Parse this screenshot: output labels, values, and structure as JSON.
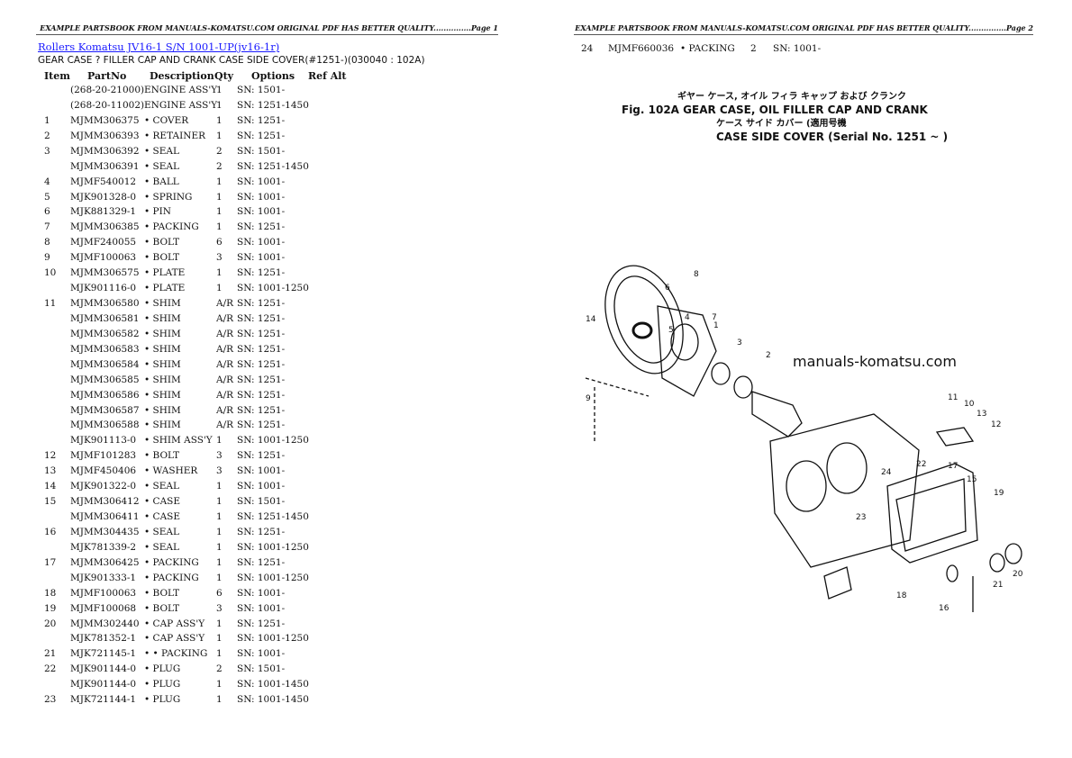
{
  "header_text": "EXAMPLE PARTSBOOK FROM MANUALS-KOMATSU.COM ORIGINAL PDF HAS BETTER QUALITY...............",
  "page1_label": "Page 1",
  "page2_label": "Page 2",
  "breadcrumb_link": "Rollers Komatsu JV16-1 S/N 1001-UP(jv16-1r)",
  "subtitle": "GEAR CASE ? FILLER CAP AND CRANK CASE SIDE COVER(#1251-)(030040 : 102A)",
  "columns": [
    "Item",
    "PartNo",
    "Description",
    "Qty",
    "Options",
    "Ref Alt"
  ],
  "rows": [
    [
      "",
      "(268-20-21000)",
      "ENGINE ASS'Y",
      "1",
      "SN: 1501-"
    ],
    [
      "",
      "(268-20-11002)",
      "ENGINE ASS'Y",
      "1",
      "SN: 1251-1450"
    ],
    [
      "1",
      "MJMM306375",
      "• COVER",
      "1",
      "SN: 1251-"
    ],
    [
      "2",
      "MJMM306393",
      "• RETAINER",
      "1",
      "SN: 1251-"
    ],
    [
      "3",
      "MJMM306392",
      "• SEAL",
      "2",
      "SN: 1501-"
    ],
    [
      "",
      "MJMM306391",
      "• SEAL",
      "2",
      "SN: 1251-1450"
    ],
    [
      "4",
      "MJMF540012",
      "• BALL",
      "1",
      "SN: 1001-"
    ],
    [
      "5",
      "MJK901328-0",
      "• SPRING",
      "1",
      "SN: 1001-"
    ],
    [
      "6",
      "MJK881329-1",
      "• PIN",
      "1",
      "SN: 1001-"
    ],
    [
      "7",
      "MJMM306385",
      "• PACKING",
      "1",
      "SN: 1251-"
    ],
    [
      "8",
      "MJMF240055",
      "• BOLT",
      "6",
      "SN: 1001-"
    ],
    [
      "9",
      "MJMF100063",
      "• BOLT",
      "3",
      "SN: 1001-"
    ],
    [
      "10",
      "MJMM306575",
      "• PLATE",
      "1",
      "SN: 1251-"
    ],
    [
      "",
      "MJK901116-0",
      "• PLATE",
      "1",
      "SN: 1001-1250"
    ],
    [
      "11",
      "MJMM306580",
      "• SHIM",
      "A/R",
      "SN: 1251-"
    ],
    [
      "",
      "MJMM306581",
      "• SHIM",
      "A/R",
      "SN: 1251-"
    ],
    [
      "",
      "MJMM306582",
      "• SHIM",
      "A/R",
      "SN: 1251-"
    ],
    [
      "",
      "MJMM306583",
      "• SHIM",
      "A/R",
      "SN: 1251-"
    ],
    [
      "",
      "MJMM306584",
      "• SHIM",
      "A/R",
      "SN: 1251-"
    ],
    [
      "",
      "MJMM306585",
      "• SHIM",
      "A/R",
      "SN: 1251-"
    ],
    [
      "",
      "MJMM306586",
      "• SHIM",
      "A/R",
      "SN: 1251-"
    ],
    [
      "",
      "MJMM306587",
      "• SHIM",
      "A/R",
      "SN: 1251-"
    ],
    [
      "",
      "MJMM306588",
      "• SHIM",
      "A/R",
      "SN: 1251-"
    ],
    [
      "",
      "MJK901113-0",
      "• SHIM ASS'Y",
      "1",
      "SN: 1001-1250"
    ],
    [
      "12",
      "MJMF101283",
      "• BOLT",
      "3",
      "SN: 1251-"
    ],
    [
      "13",
      "MJMF450406",
      "• WASHER",
      "3",
      "SN: 1001-"
    ],
    [
      "14",
      "MJK901322-0",
      "• SEAL",
      "1",
      "SN: 1001-"
    ],
    [
      "15",
      "MJMM306412",
      "• CASE",
      "1",
      "SN: 1501-"
    ],
    [
      "",
      "MJMM306411",
      "• CASE",
      "1",
      "SN: 1251-1450"
    ],
    [
      "16",
      "MJMM304435",
      "• SEAL",
      "1",
      "SN: 1251-"
    ],
    [
      "",
      "MJK781339-2",
      "• SEAL",
      "1",
      "SN: 1001-1250"
    ],
    [
      "17",
      "MJMM306425",
      "• PACKING",
      "1",
      "SN: 1251-"
    ],
    [
      "",
      "MJK901333-1",
      "• PACKING",
      "1",
      "SN: 1001-1250"
    ],
    [
      "18",
      "MJMF100063",
      "• BOLT",
      "6",
      "SN: 1001-"
    ],
    [
      "19",
      "MJMF100068",
      "• BOLT",
      "3",
      "SN: 1001-"
    ],
    [
      "20",
      "MJMM302440",
      "• CAP ASS'Y",
      "1",
      "SN: 1251-"
    ],
    [
      "",
      "MJK781352-1",
      "• CAP ASS'Y",
      "1",
      "SN: 1001-1250"
    ],
    [
      "21",
      "MJK721145-1",
      "• • PACKING",
      "1",
      "SN: 1001-"
    ],
    [
      "22",
      "MJK901144-0",
      "• PLUG",
      "2",
      "SN: 1501-"
    ],
    [
      "",
      "MJK901144-0",
      "• PLUG",
      "1",
      "SN: 1001-1450"
    ],
    [
      "23",
      "MJK721144-1",
      "• PLUG",
      "1",
      "SN: 1001-1450"
    ]
  ],
  "page2_row": [
    "24",
    "MJMF660036",
    "• PACKING",
    "2",
    "SN: 1001-"
  ],
  "figure": {
    "jp_line1": "ギヤー ケース, オイル フィラ キャップ および クランク",
    "en_line1": "Fig. 102A GEAR CASE, OIL FILLER CAP AND CRANK",
    "jp_line2": "ケース サイド カバー (適用号機",
    "en_line2": "CASE SIDE COVER (Serial No. 1251 ~ )",
    "watermark": "manuals-komatsu.com",
    "callouts": [
      "8",
      "6",
      "5",
      "4",
      "7",
      "1",
      "3",
      "2",
      "14",
      "9",
      "11",
      "10",
      "13",
      "12",
      "22",
      "24",
      "17",
      "15",
      "23",
      "19",
      "21",
      "20",
      "18",
      "16"
    ]
  }
}
